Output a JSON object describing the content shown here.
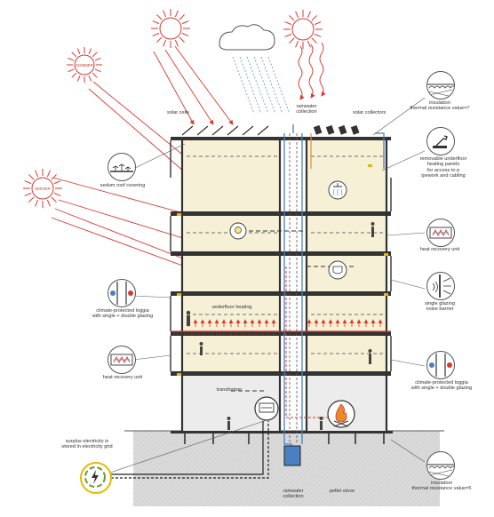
{
  "labels": {
    "solar_cells": "solar cells",
    "rainwater_collection_top": "rainwater\ncollection",
    "solar_collectors": "solar collectors",
    "insulation_top": "insulation\nthermal resistance value=7",
    "removable_floor": "removable underfloor\nheating panels\nfor access to p\nipework and cabling",
    "sedum": "sedum roof covering",
    "heat_recovery_right": "heat recovery unit",
    "single_glazing": "single glazing\nnoise barrier",
    "loggia_left": "climate-protected loggia\nwith single + double glazing",
    "underfloor": "underfloor heating",
    "heat_recovery_left": "heat recovery unit",
    "loggia_right": "climate-protected loggia\nwith single + double glazing",
    "transformer": "transformer",
    "surplus": "surplus electricity is\nstored in electricity grid",
    "rainwater_collection_bottom": "rainwater\ncollection",
    "pellet_stove": "pellet stove",
    "insulation_bottom": "insulation\nthermal resistance value=5"
  },
  "suns": {
    "summer": "SOMMER",
    "winter": "WINTER"
  },
  "icons": {
    "insulation_top": "insulation-icon",
    "removable_floor": "tools-icon",
    "sedum": "sedum-icon",
    "heat_recovery_right": "heat-recovery-icon",
    "single_glazing": "glazing-icon",
    "loggia_left": "loggia-icon",
    "heat_recovery_left": "heat-recovery-icon",
    "loggia_right": "loggia-icon",
    "insulation_bottom": "insulation-icon",
    "surplus": "power-grid-icon",
    "pellet_stove": "fire-icon",
    "shower": "shower-icon",
    "lamp": "lamp-icon",
    "toilet": "toilet-icon",
    "meter": "meter-icon"
  },
  "colors": {
    "sun_ray": "#d63a2f",
    "floor_fill": "#f6f1d6",
    "ground": "#d9d9d9",
    "water_blue": "#4a7fc1",
    "structure": "#333333",
    "accent_yellow": "#e6b800",
    "accent_orange": "#e8892b"
  }
}
